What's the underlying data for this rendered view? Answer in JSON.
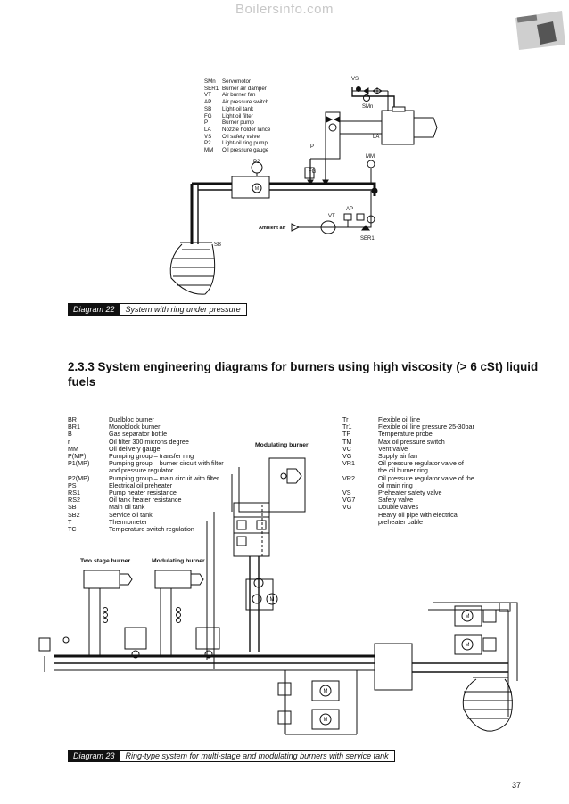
{
  "watermark": "Boilersinfo.com",
  "diagram22": {
    "legend": [
      {
        "code": "SMn",
        "desc": "Servomotor"
      },
      {
        "code": "SER1",
        "desc": "Burner air damper"
      },
      {
        "code": "VT",
        "desc": "Air burner fan"
      },
      {
        "code": "AP",
        "desc": "Air pressure switch"
      },
      {
        "code": "SB",
        "desc": "Light-oil tank"
      },
      {
        "code": "FG",
        "desc": "Light oil filter"
      },
      {
        "code": "P",
        "desc": "Burner pump"
      },
      {
        "code": "LA",
        "desc": "Nozzle holder lance"
      },
      {
        "code": "VS",
        "desc": "Oil safety valve"
      },
      {
        "code": "P2",
        "desc": "Light-oil ring pump"
      },
      {
        "code": "MM",
        "desc": "Oil pressure gauge"
      }
    ],
    "labels": {
      "vs": "VS",
      "smn": "SMn",
      "la": "LA",
      "mm": "MM",
      "p": "P",
      "fg": "FG",
      "p2": "P2",
      "ap": "AP",
      "vt": "VT",
      "ser1": "SER1",
      "sb": "SB",
      "ambient": "Ambient air"
    },
    "caption_tag": "Diagram 22",
    "caption_text": "System with ring under pressure"
  },
  "section": {
    "title": "2.3.3 System engineering diagrams for burners using high viscosity (> 6 cSt) liquid fuels"
  },
  "diagram23": {
    "legend_left": [
      {
        "code": "BR",
        "desc": "Dualbloc burner"
      },
      {
        "code": "BR1",
        "desc": "Monoblock burner"
      },
      {
        "code": "B",
        "desc": "Gas separator bottle"
      },
      {
        "code": "r",
        "desc": "Oil filter 300 microns degree"
      },
      {
        "code": "MM",
        "desc": "Oil delivery gauge"
      },
      {
        "code": "P(MP)",
        "desc": "Pumping group – transfer ring"
      },
      {
        "code": "P1(MP)",
        "desc": "Pumping group – burner circuit with filter"
      },
      {
        "code": "",
        "desc": "and pressure regulator"
      },
      {
        "code": "P2(MP)",
        "desc": "Pumping group – main circuit with filter"
      },
      {
        "code": "PS",
        "desc": "Electrical oil preheater"
      },
      {
        "code": "RS1",
        "desc": "Pump heater resistance"
      },
      {
        "code": "RS2",
        "desc": "Oil tank heater resistance"
      },
      {
        "code": "SB",
        "desc": "Main oil tank"
      },
      {
        "code": "SB2",
        "desc": "Service oil tank"
      },
      {
        "code": "T",
        "desc": "Thermometer"
      },
      {
        "code": "TC",
        "desc": "Temperature switch regulation"
      }
    ],
    "legend_right": [
      {
        "code": "Tr",
        "desc": "Flexible oil line"
      },
      {
        "code": "Tr1",
        "desc": "Flexible oil line pressure 25-30bar"
      },
      {
        "code": "TP",
        "desc": "Temperature probe"
      },
      {
        "code": "TM",
        "desc": "Max oil pressure switch"
      },
      {
        "code": "VC",
        "desc": "Vent valve"
      },
      {
        "code": "VG",
        "desc": "Supply air fan"
      },
      {
        "code": "VR1",
        "desc": "Oil pressure regulator valve of"
      },
      {
        "code": "",
        "desc": "the oil burner ring"
      },
      {
        "code": "VR2",
        "desc": "Oil pressure regulator valve of the"
      },
      {
        "code": "",
        "desc": "oil main ring"
      },
      {
        "code": "VS",
        "desc": "Preheater safety valve"
      },
      {
        "code": "VG7",
        "desc": "Safety valve"
      },
      {
        "code": "VG",
        "desc": "Double valves"
      },
      {
        "code": "",
        "desc": "Heavy oil pipe with electrical"
      },
      {
        "code": "",
        "desc": "preheater cable"
      }
    ],
    "label_modulating_top": "Modulating burner",
    "label_two_stage": "Two stage burner",
    "label_modulating": "Modulating burner",
    "caption_tag": "Diagram 23",
    "caption_text": "Ring-type system for multi-stage and modulating burners with service tank"
  },
  "page_number": "37"
}
